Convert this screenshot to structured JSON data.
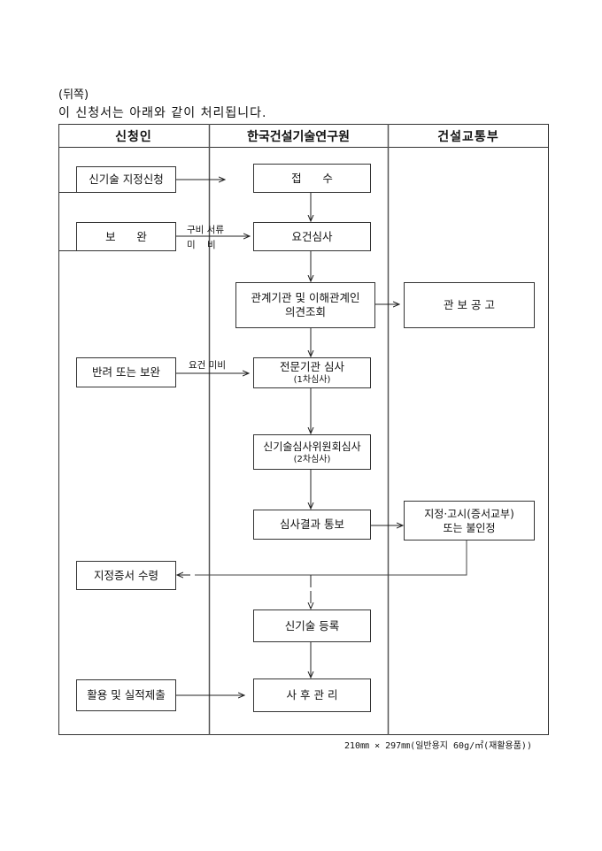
{
  "page": {
    "side_label": "(뒤쪽)",
    "intro": "이 신청서는 아래와 같이 처리됩니다."
  },
  "columns": {
    "applicant": "신청인",
    "institute": "한국건설기술연구원",
    "ministry": "건설교통부"
  },
  "boxes": {
    "apply": "신기술 지정신청",
    "supplement": "보      완",
    "return_supplement": "반려 또는 보완",
    "receive_cert": "지정증서 수령",
    "use_report": "활용 및 실적제출",
    "receipt": "접      수",
    "requirement_review": "요건심사",
    "opinion_line1": "관계기관 및 이해관계인",
    "opinion_line2": "의견조회",
    "expert_review": "전문기관 심사",
    "expert_review_sub": "(1차심사)",
    "committee_review": "신기술심사위원회심사",
    "committee_review_sub": "(2차심사)",
    "result_notice": "심사결과 통보",
    "registration": "신기술 등록",
    "post_management": "사 후 관 리",
    "gazette": "관 보 공 고",
    "designation_line1": "지정·고시(증서교부)",
    "designation_line2": "또는 불인정"
  },
  "arrow_labels": {
    "docs_missing_1": "구비 서류",
    "docs_missing_2": "미    비",
    "req_missing": "요건 미비"
  },
  "footer": "210㎜ × 297㎜(일반용지 60g/㎡(재활용품))"
}
